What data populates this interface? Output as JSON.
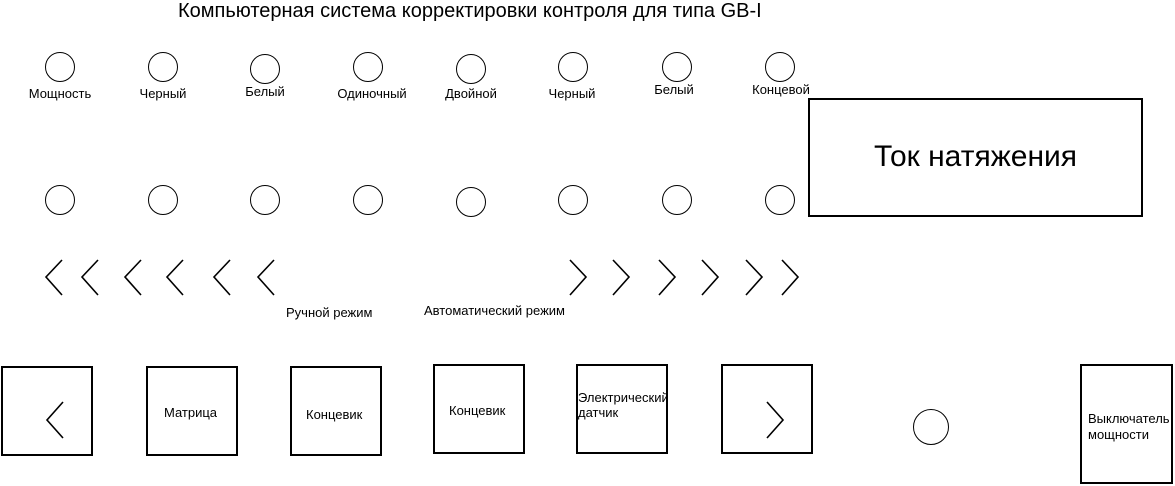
{
  "title": "Компьютерная система корректировки контроля для типа GB-I",
  "indicators": [
    {
      "label": "Мощность"
    },
    {
      "label": "Черный"
    },
    {
      "label": "Белый"
    },
    {
      "label": "Одиночный"
    },
    {
      "label": "Двойной"
    },
    {
      "label": "Черный"
    },
    {
      "label": "Белый"
    },
    {
      "label": "Концевой"
    }
  ],
  "display": {
    "label": "Ток натяжения"
  },
  "modes": {
    "manual": "Ручной режим",
    "auto": "Автоматический режим"
  },
  "buttons": [
    {
      "label": "",
      "icon": "chevron-left-icon"
    },
    {
      "label": "Матрица"
    },
    {
      "label": "Концевик"
    },
    {
      "label": "Концевик"
    },
    {
      "label": "Электрический датчик"
    },
    {
      "label": "",
      "icon": "chevron-right-icon"
    }
  ],
  "power_switch": {
    "label": "Выключатель мощности"
  }
}
